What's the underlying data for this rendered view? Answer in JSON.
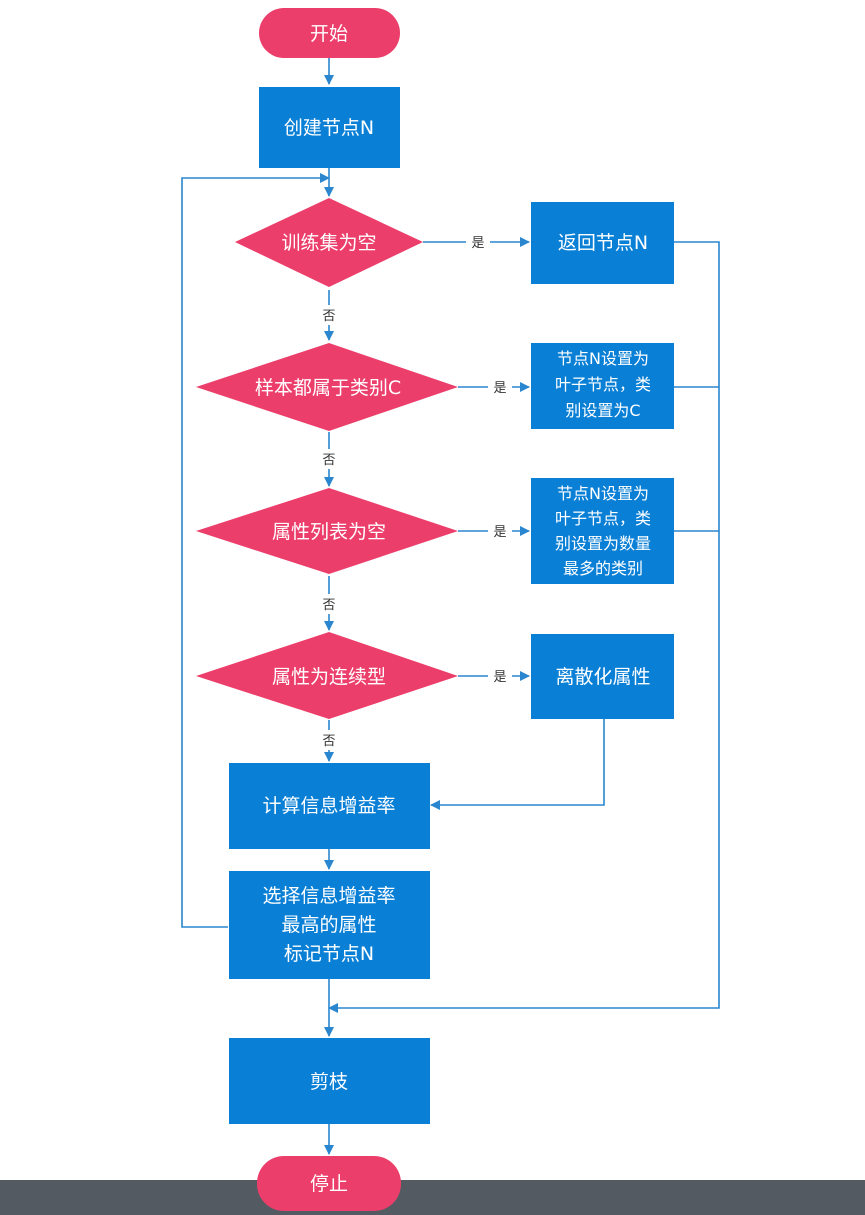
{
  "colors": {
    "process": "#0a7fd6",
    "decision": "#ec3e6b",
    "line": "#2a86cf",
    "bottom_bar": "#535a61"
  },
  "nodes": {
    "start": "开始",
    "create_node": "创建节点N",
    "train_empty": "训练集为空",
    "return_node": "返回节点N",
    "same_class": "样本都属于类别C",
    "leaf_c": [
      "节点N设置为",
      "叶子节点，类",
      "别设置为C"
    ],
    "attr_empty": "属性列表为空",
    "leaf_majority": [
      "节点N设置为",
      "叶子节点，类",
      "别设置为数量",
      "最多的类别"
    ],
    "attr_continuous": "属性为连续型",
    "discretize": "离散化属性",
    "calc_gain": "计算信息增益率",
    "select_attr": [
      "选择信息增益率",
      "最高的属性",
      "标记节点N"
    ],
    "prune": "剪枝",
    "stop": "停止"
  },
  "edge_labels": {
    "yes": "是",
    "no": "否"
  }
}
